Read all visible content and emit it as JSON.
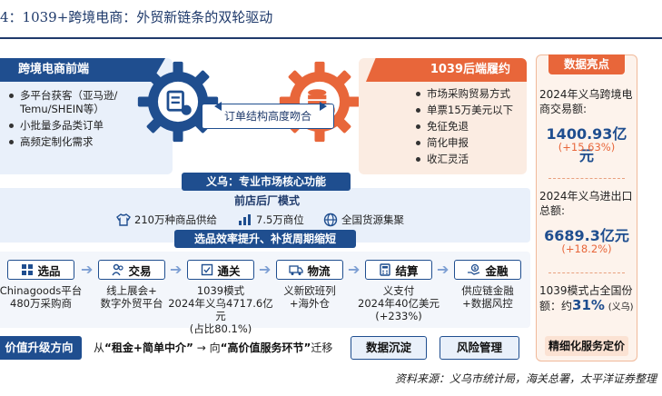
{
  "title": "4：1039+跨境电商：外贸新链条的双轮驱动",
  "left": {
    "header": "跨境电商前端",
    "items": [
      "多平台获客（亚马逊/ Temu/SHEIN等）",
      "小批量多品类订单",
      "高频定制化需求"
    ]
  },
  "center": {
    "order_label": "订单结构高度吻合"
  },
  "right": {
    "header": "1039后端履约",
    "items": [
      "市场采购贸易方式",
      "单票15万美元以下",
      "免征免退",
      "简化申报",
      "收汇灵活"
    ]
  },
  "yiwu": {
    "banner": "义乌：专业市场核心功能",
    "subtitle": "前店后厂模式",
    "features": [
      {
        "icon": "shirt-icon",
        "text": "210万种商品供给"
      },
      {
        "icon": "bar-chart-icon",
        "text": "7.5万商位"
      },
      {
        "icon": "globe-icon",
        "text": "全国货源集聚"
      }
    ],
    "bottom_banner": "选品效率提升、补货周期缩短"
  },
  "steps": [
    {
      "label": "选品",
      "icon": "grid-icon",
      "desc": "Chinagoods平台\n480万采购商"
    },
    {
      "label": "交易",
      "icon": "people-icon",
      "desc": "线上展会+\n数字外贸平台"
    },
    {
      "label": "通关",
      "icon": "customs-icon",
      "desc": "1039模式\n2024年义乌4717.6亿元\n(占比80.1%)"
    },
    {
      "label": "物流",
      "icon": "truck-icon",
      "desc": "义新欧班列\n+海外仓"
    },
    {
      "label": "结算",
      "icon": "calculator-icon",
      "desc": "义支付\n2024年40亿美元\n(+233%)"
    },
    {
      "label": "金融",
      "icon": "finance-icon",
      "desc": "供应链金融\n+数据风控"
    }
  ],
  "value": {
    "label": "价值升级方向",
    "text_prefix": "从",
    "from": "“租金+简单中介”",
    "arrow": "→",
    "to_prefix": "向",
    "to": "“高价值服务环节”",
    "suffix": "迁移",
    "tags": [
      "数据沉淀",
      "风险管理"
    ]
  },
  "highlights": {
    "header": "数据亮点",
    "blocks": [
      {
        "label": "2024年义乌跨境电商交易额:",
        "value": "1400.93亿元",
        "change": "(+15.63%)"
      },
      {
        "label": "2024年义乌进出口总额:",
        "value": "6689.3亿元",
        "change": "(+18.2%)"
      }
    ],
    "share_label": "1039模式占全国份额：约",
    "share_value": "31%",
    "share_note": "(义乌)",
    "footer": "精细化服务定价"
  },
  "source": "资料来源：义乌市统计局，海关总署，太平洋证券整理",
  "colors": {
    "navy": "#1f4e8f",
    "orange": "#e8663a",
    "light_blue": "#e9f0fa",
    "light_orange": "#fbece2"
  }
}
